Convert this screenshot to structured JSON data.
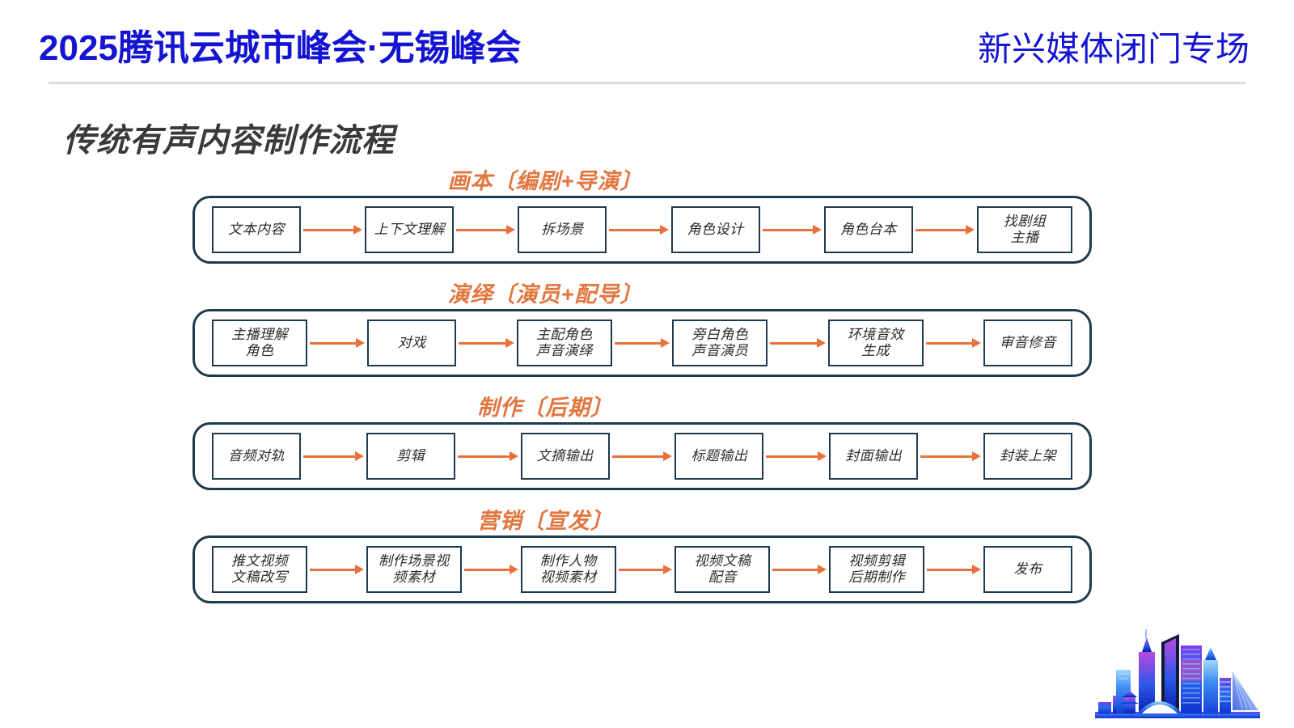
{
  "header": {
    "title_left": "2025腾讯云城市峰会·无锡峰会",
    "title_right": "新兴媒体闭门专场",
    "brand_color": "#1414d2"
  },
  "slide": {
    "title": "传统有声内容制作流程",
    "title_color": "#3a3a3a",
    "accent_color": "#E8703A",
    "box_border_color": "#1F3A4D"
  },
  "flow": {
    "stages": [
      {
        "label": "画本〔编剧+导演〕",
        "steps": [
          "文本内容",
          "上下文理解",
          "拆场景",
          "角色设计",
          "角色台本",
          "找剧组\n主播"
        ]
      },
      {
        "label": "演绎〔演员+配导〕",
        "steps": [
          "主播理解\n角色",
          "对戏",
          "主配角色\n声音演绎",
          "旁白角色\n声音演员",
          "环境音效\n生成",
          "审音修音"
        ]
      },
      {
        "label": "制作〔后期〕",
        "steps": [
          "音频对轨",
          "剪辑",
          "文摘输出",
          "标题输出",
          "封面输出",
          "封装上架"
        ]
      },
      {
        "label": "营销〔宣发〕",
        "steps": [
          "推文视频\n文稿改写",
          "制作场景视\n频素材",
          "制作人物\n视频素材",
          "视频文稿\n配音",
          "视频剪辑\n后期制作",
          "发布"
        ]
      }
    ]
  },
  "decor": {
    "city_logo_name": "wuxi-city-skyline-logo"
  }
}
